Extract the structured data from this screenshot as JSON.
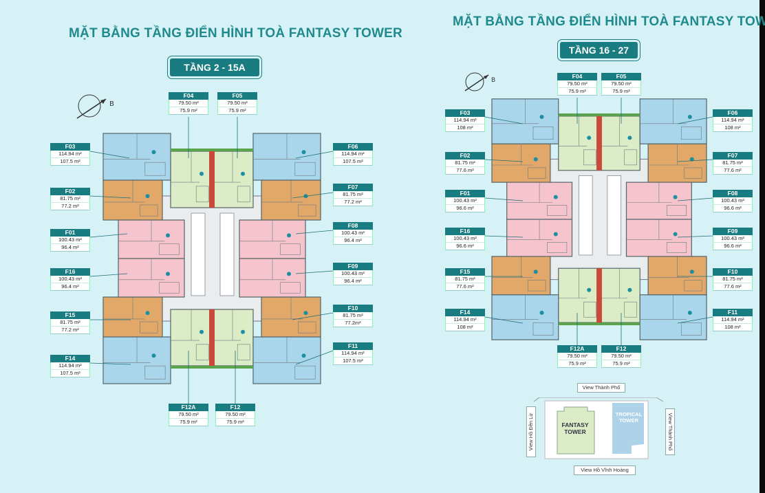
{
  "left": {
    "title": "MẶT BẰNG TẦNG ĐIỂN HÌNH TOÀ FANTASY TOWER",
    "badge": "TẦNG 2 - 15A",
    "units": [
      {
        "code": "F04",
        "a1": "79.50 m²",
        "a2": "75.9 m²"
      },
      {
        "code": "F05",
        "a1": "79.50 m²",
        "a2": "75.9 m²"
      },
      {
        "code": "F03",
        "a1": "114.94 m²",
        "a2": "107.5 m²"
      },
      {
        "code": "F06",
        "a1": "114.94 m²",
        "a2": "107.5 m²"
      },
      {
        "code": "F02",
        "a1": "81.75 m²",
        "a2": "77.2 m²"
      },
      {
        "code": "F07",
        "a1": "81.75 m²",
        "a2": "77.2 m²"
      },
      {
        "code": "F01",
        "a1": "100.43 m²",
        "a2": "96.4 m²"
      },
      {
        "code": "F08",
        "a1": "100.43 m²",
        "a2": "96.4 m²"
      },
      {
        "code": "F16",
        "a1": "100.43 m²",
        "a2": "96.4 m²"
      },
      {
        "code": "F09",
        "a1": "100.43 m²",
        "a2": "96.4 m²"
      },
      {
        "code": "F15",
        "a1": "81.75 m²",
        "a2": "77.2 m²"
      },
      {
        "code": "F10",
        "a1": "81.75 m²",
        "a2": "77.2m²"
      },
      {
        "code": "F14",
        "a1": "114.94 m²",
        "a2": "107.5 m²"
      },
      {
        "code": "F11",
        "a1": "114.94 m²",
        "a2": "107.5 m²"
      },
      {
        "code": "F12A",
        "a1": "79.50 m²",
        "a2": "75.9 m²"
      },
      {
        "code": "F12",
        "a1": "79.50 m²",
        "a2": "75.9 m²"
      }
    ]
  },
  "right": {
    "title": "MẶT BẰNG TẦNG ĐIỂN HÌNH TOÀ FANTASY TOWER",
    "badge": "TẦNG 16 - 27",
    "units": [
      {
        "code": "F04",
        "a1": "79.50 m²",
        "a2": "75.9 m²"
      },
      {
        "code": "F05",
        "a1": "79.50 m²",
        "a2": "75.9 m²"
      },
      {
        "code": "F03",
        "a1": "114.94 m²",
        "a2": "108 m²"
      },
      {
        "code": "F06",
        "a1": "114.94 m²",
        "a2": "108 m²"
      },
      {
        "code": "F02",
        "a1": "81.75 m²",
        "a2": "77.6 m²"
      },
      {
        "code": "F07",
        "a1": "81.75 m²",
        "a2": "77.6 m²"
      },
      {
        "code": "F01",
        "a1": "100.43 m²",
        "a2": "96.6 m²"
      },
      {
        "code": "F08",
        "a1": "100.43 m²",
        "a2": "96.6 m²"
      },
      {
        "code": "F16",
        "a1": "100.43 m²",
        "a2": "96.6 m²"
      },
      {
        "code": "F09",
        "a1": "100.43 m²",
        "a2": "96.6 m²"
      },
      {
        "code": "F15",
        "a1": "81.75 m²",
        "a2": "77.6 m²"
      },
      {
        "code": "F10",
        "a1": "81.75 m²",
        "a2": "77.6 m²"
      },
      {
        "code": "F14",
        "a1": "114.94 m²",
        "a2": "108 m²"
      },
      {
        "code": "F11",
        "a1": "114.94 m²",
        "a2": "108 m²"
      },
      {
        "code": "F12A",
        "a1": "79.50 m²",
        "a2": "75.9 m²"
      },
      {
        "code": "F12",
        "a1": "79.50 m²",
        "a2": "75.9 m²"
      }
    ]
  },
  "site_plan": {
    "view_top": "View Thành Phố",
    "view_left": "View Hồ Đền Lừ",
    "view_right": "View Thành Phố",
    "view_bottom": "View Hồ Vĩnh Hoàng",
    "building": "FANTASY TOWER",
    "neighbor": "TROPICAL TOWER"
  },
  "compass_letter": "B",
  "colors": {
    "background": "#d6f2f6",
    "title": "#1f8a8e",
    "badge": "#197c80",
    "blue_unit": "#a9d6ea",
    "green_unit": "#dbecc6",
    "orange_unit": "#e2a86a",
    "pink_unit": "#f6c4cd",
    "corridor": "#e9edee"
  }
}
